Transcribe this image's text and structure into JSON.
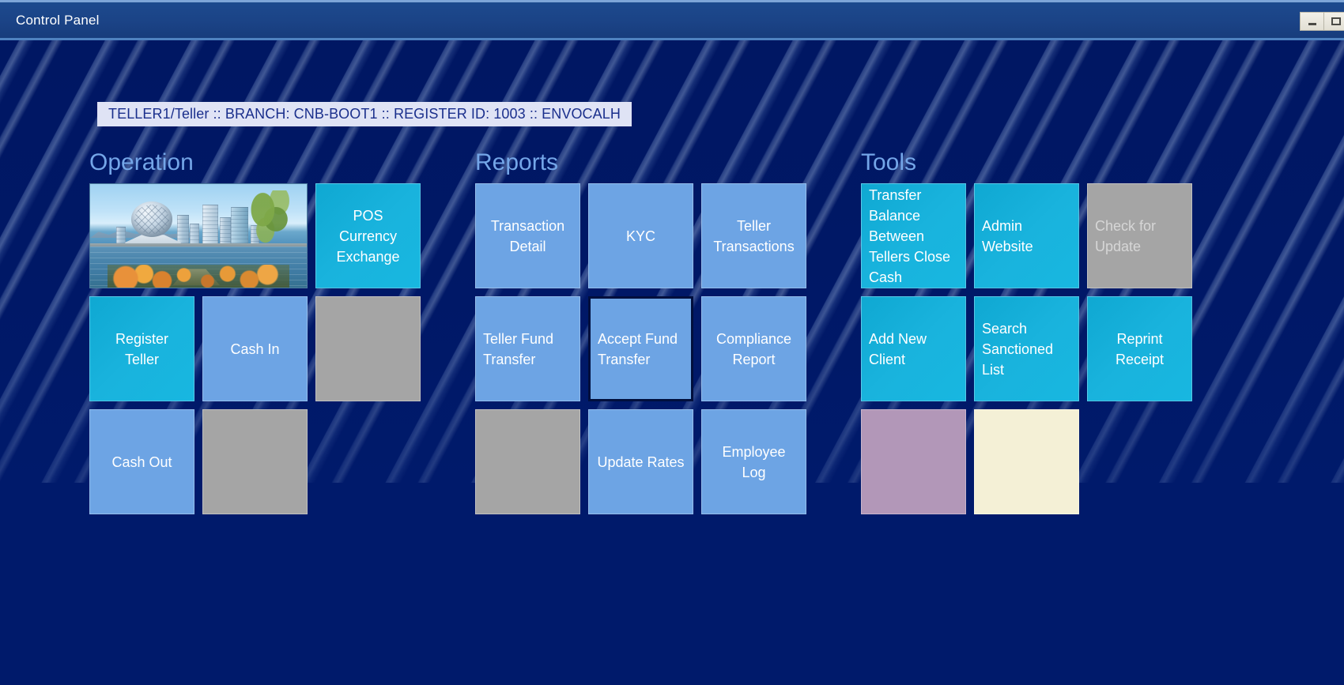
{
  "window": {
    "title": "Control Panel",
    "controls": [
      {
        "name": "minimize",
        "glyph": "minimize-icon"
      },
      {
        "name": "maximize",
        "glyph": "maximize-icon"
      }
    ]
  },
  "session": {
    "text": "TELLER1/Teller :: BRANCH: CNB-BOOT1 :: REGISTER ID: 1003 :: ENVOCALH",
    "user": "TELLER1",
    "role": "Teller",
    "branch": "CNB-BOOT1",
    "register_id": "1003",
    "host": "ENVOCALH"
  },
  "colors": {
    "background_navy": "#001a6b",
    "titlebar_blue": "#1b4386",
    "accent_cyan": "#19b3dd",
    "accent_blue": "#6da4e4",
    "disabled_gray": "#a5a5a5",
    "mauve": "#b297b8",
    "cream": "#f4f0d6",
    "group_title": "#74a6e8",
    "session_bar_bg": "#dfe3f5",
    "session_text": "#1a2f8c"
  },
  "groups": [
    {
      "id": "operation",
      "title": "Operation",
      "tiles": [
        {
          "id": "branch-photo",
          "label": "",
          "style": "photo",
          "wide": true,
          "state": "normal",
          "align": "center"
        },
        {
          "id": "pos-currency-exchange",
          "label": "POS Currency Exchange",
          "style": "cyan",
          "wide": false,
          "state": "normal",
          "align": "center"
        },
        {
          "id": "register-teller",
          "label": "Register Teller",
          "style": "cyan",
          "wide": false,
          "state": "normal",
          "align": "center"
        },
        {
          "id": "cash-in",
          "label": "Cash In",
          "style": "blue",
          "wide": false,
          "state": "normal",
          "align": "center"
        },
        {
          "id": "empty-op-1",
          "label": "",
          "style": "gray",
          "wide": false,
          "state": "empty",
          "align": "center"
        },
        {
          "id": "cash-out",
          "label": "Cash Out",
          "style": "blue",
          "wide": false,
          "state": "normal",
          "align": "center"
        },
        {
          "id": "empty-op-2",
          "label": "",
          "style": "gray",
          "wide": false,
          "state": "empty",
          "align": "center"
        }
      ]
    },
    {
      "id": "reports",
      "title": "Reports",
      "tiles": [
        {
          "id": "transaction-detail",
          "label": "Transaction Detail",
          "style": "blue",
          "wide": false,
          "state": "normal",
          "align": "center"
        },
        {
          "id": "kyc",
          "label": "KYC",
          "style": "blue",
          "wide": false,
          "state": "normal",
          "align": "center"
        },
        {
          "id": "teller-transactions",
          "label": "Teller Transactions",
          "style": "blue",
          "wide": false,
          "state": "normal",
          "align": "center"
        },
        {
          "id": "teller-fund-transfer",
          "label": "Teller Fund Transfer",
          "style": "blue",
          "wide": false,
          "state": "normal",
          "align": "left"
        },
        {
          "id": "accept-fund-transfer",
          "label": "Accept Fund Transfer",
          "style": "blue",
          "wide": false,
          "state": "focused",
          "align": "left"
        },
        {
          "id": "compliance-report",
          "label": "Compliance Report",
          "style": "blue",
          "wide": false,
          "state": "normal",
          "align": "center"
        },
        {
          "id": "empty-rep-1",
          "label": "",
          "style": "gray",
          "wide": false,
          "state": "empty",
          "align": "center"
        },
        {
          "id": "update-rates",
          "label": "Update Rates",
          "style": "blue",
          "wide": false,
          "state": "normal",
          "align": "center"
        },
        {
          "id": "employee-log",
          "label": "Employee Log",
          "style": "blue",
          "wide": false,
          "state": "normal",
          "align": "center"
        }
      ]
    },
    {
      "id": "tools",
      "title": "Tools",
      "tiles": [
        {
          "id": "transfer-balance-between-tellers-close-cash",
          "label": "Transfer Balance Between Tellers Close Cash",
          "style": "cyan",
          "wide": false,
          "state": "normal",
          "align": "left"
        },
        {
          "id": "admin-website",
          "label": "Admin Website",
          "style": "cyan",
          "wide": false,
          "state": "normal",
          "align": "left"
        },
        {
          "id": "check-for-update",
          "label": "Check for Update",
          "style": "gray",
          "wide": false,
          "state": "disabled",
          "align": "left"
        },
        {
          "id": "add-new-client",
          "label": "Add New Client",
          "style": "cyan",
          "wide": false,
          "state": "normal",
          "align": "left"
        },
        {
          "id": "search-sanctioned-list",
          "label": "Search Sanctioned List",
          "style": "cyan",
          "wide": false,
          "state": "normal",
          "align": "left"
        },
        {
          "id": "reprint-receipt",
          "label": "Reprint Receipt",
          "style": "cyan",
          "wide": false,
          "state": "normal",
          "align": "center"
        },
        {
          "id": "empty-tool-1",
          "label": "",
          "style": "mauve",
          "wide": false,
          "state": "empty",
          "align": "center"
        },
        {
          "id": "empty-tool-2",
          "label": "",
          "style": "cream",
          "wide": false,
          "state": "empty",
          "align": "center"
        }
      ]
    }
  ]
}
